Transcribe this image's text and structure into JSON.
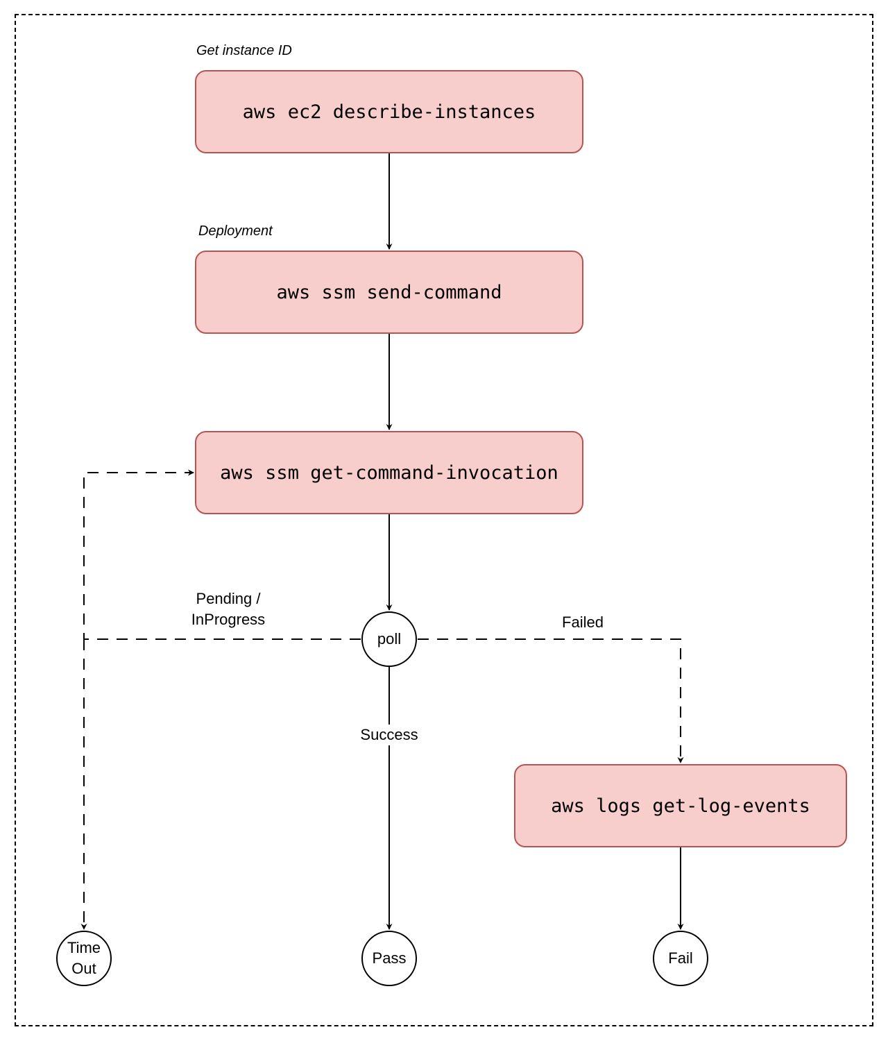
{
  "steps": {
    "describe": {
      "caption": "Get instance ID",
      "command": "aws ec2 describe-instances"
    },
    "send": {
      "caption": "Deployment",
      "command": "aws ssm send-command"
    },
    "invocation": {
      "command": "aws ssm get-command-invocation"
    },
    "logs": {
      "command": "aws logs get-log-events"
    }
  },
  "nodes": {
    "poll": "poll",
    "timeout": [
      "Time",
      "Out"
    ],
    "pass": "Pass",
    "fail": "Fail"
  },
  "edges": {
    "pending": [
      "Pending /",
      "InProgress"
    ],
    "success": "Success",
    "failed": "Failed"
  },
  "colors": {
    "box_fill": "#f8cecc",
    "box_stroke": "#b85450",
    "line": "#000000"
  }
}
